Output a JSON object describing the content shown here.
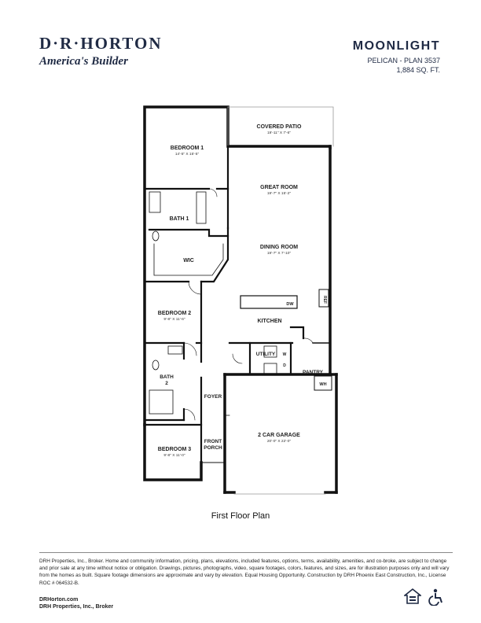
{
  "brand": {
    "logo": "D·R·HORTON",
    "tagline": "America's Builder"
  },
  "title": {
    "name": "MOONLIGHT",
    "plan": "PELICAN - PLAN 3537",
    "sqft": "1,884 SQ. FT."
  },
  "rooms": {
    "covered_patio": {
      "label": "COVERED PATIO",
      "dims": "19'-11\" X 7'-6\""
    },
    "bedroom1": {
      "label": "BEDROOM 1",
      "dims": "14'-5\" X 15'-5\""
    },
    "great_room": {
      "label": "GREAT ROOM",
      "dims": "19'-7\" X 15'-2\""
    },
    "bath1": {
      "label": "BATH 1"
    },
    "wic": {
      "label": "WIC"
    },
    "dining_room": {
      "label": "DINING ROOM",
      "dims": "19'-7\" X 7'-10\""
    },
    "dw": {
      "label": "DW"
    },
    "ref": {
      "label": "REF"
    },
    "bedroom2": {
      "label": "BEDROOM 2",
      "dims": "9'-8\" X 11'-6\""
    },
    "kitchen": {
      "label": "KITCHEN"
    },
    "utility": {
      "label": "UTILITY"
    },
    "washer": {
      "label": "W"
    },
    "dryer": {
      "label": "D"
    },
    "pantry": {
      "label": "PANTRY"
    },
    "wh": {
      "label": "WH"
    },
    "bath2": {
      "label": "BATH",
      "label2": "2"
    },
    "foyer": {
      "label": "FOYER"
    },
    "front_porch": {
      "label": "FRONT",
      "label2": "PORCH"
    },
    "garage": {
      "label": "2 CAR GARAGE",
      "dims": "20'-0\" X 22'-0\""
    },
    "bedroom3": {
      "label": "BEDROOM 3",
      "dims": "9'-8\" X 11'-0\""
    }
  },
  "floor_caption": "First Floor Plan",
  "disclaimer": "DRH Properties, Inc., Broker. Home and community information, pricing, plans, elevations, included features, options, terms, availability, amenities, and co-broke, are subject to change and prior sale at any time without notice or obligation. Drawings, pictures, photographs, video, square footages, colors, features, and sizes, are for illustration purposes only and will vary from the homes as built. Square footage dimensions are approximate and vary by elevation. Equal Housing Opportunity. Construction by DRH Phoenix East Construction, Inc., License ROC # 064532-B.",
  "footer": {
    "website": "DRHorton.com",
    "broker": "DRH Properties, Inc., Broker"
  },
  "icons": {
    "equal_housing": "equal-housing-icon",
    "accessibility": "accessibility-icon"
  }
}
